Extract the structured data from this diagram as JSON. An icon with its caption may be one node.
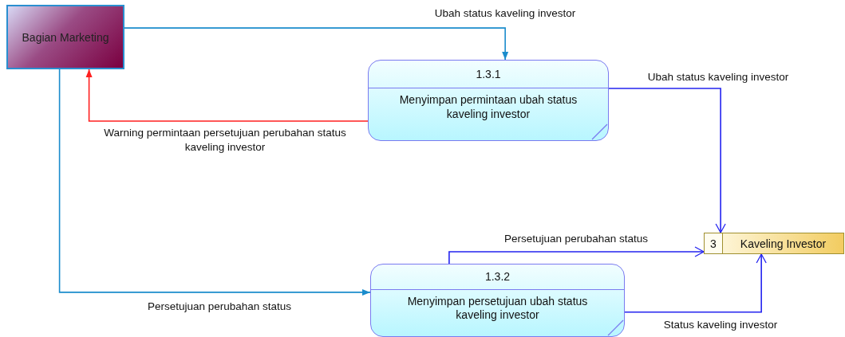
{
  "diagram": {
    "nodes": [
      {
        "text": [
          "Bagian Marketing"
        ]
      },
      {
        "text": [
          "1.3.1",
          "Menyimpan permintaan ubah status kaveling investor"
        ]
      },
      {
        "text": [
          "1.3.2",
          "Menyimpan persetujuan ubah status kaveling investor"
        ]
      },
      {
        "text": [
          "3",
          "Kaveling Investor"
        ]
      }
    ],
    "edges": [
      {
        "from": 0,
        "to": 1,
        "arrow": "to",
        "label": "Ubah status kaveling investor",
        "color": "#1a8ccc"
      },
      {
        "from": 1,
        "to": 0,
        "arrow": "to",
        "label": "Warning permintaan persetujuan perubahan status kaveling investor",
        "color": "#ff2020"
      },
      {
        "from": 1,
        "to": 3,
        "arrow": "to",
        "label": "Ubah status kaveling investor"
      },
      {
        "from": 0,
        "to": 2,
        "arrow": "to",
        "label": "Persetujuan perubahan status",
        "color": "#1a8ccc"
      },
      {
        "from": 2,
        "to": 3,
        "arrow": "to",
        "label": "Persetujuan perubahan status"
      },
      {
        "from": 2,
        "to": 3,
        "arrow": "to",
        "label": "Status kaveling investor"
      }
    ]
  }
}
